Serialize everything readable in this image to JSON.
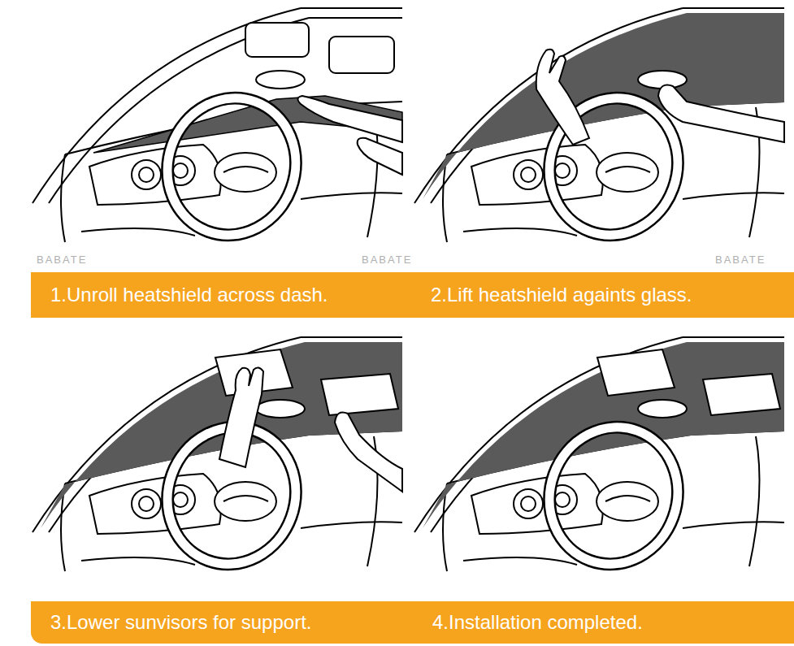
{
  "diagram": {
    "nodes": [
      {
        "text": [
          "1.Unroll heatshield across dash.",
          "2.Lift heatshield againts glass."
        ]
      },
      {
        "text": [
          "3.Lower sunvisors for support.",
          "4.Installation completed."
        ]
      }
    ],
    "labels": [
      "BABATE",
      "BABATE",
      "BABATE"
    ]
  }
}
